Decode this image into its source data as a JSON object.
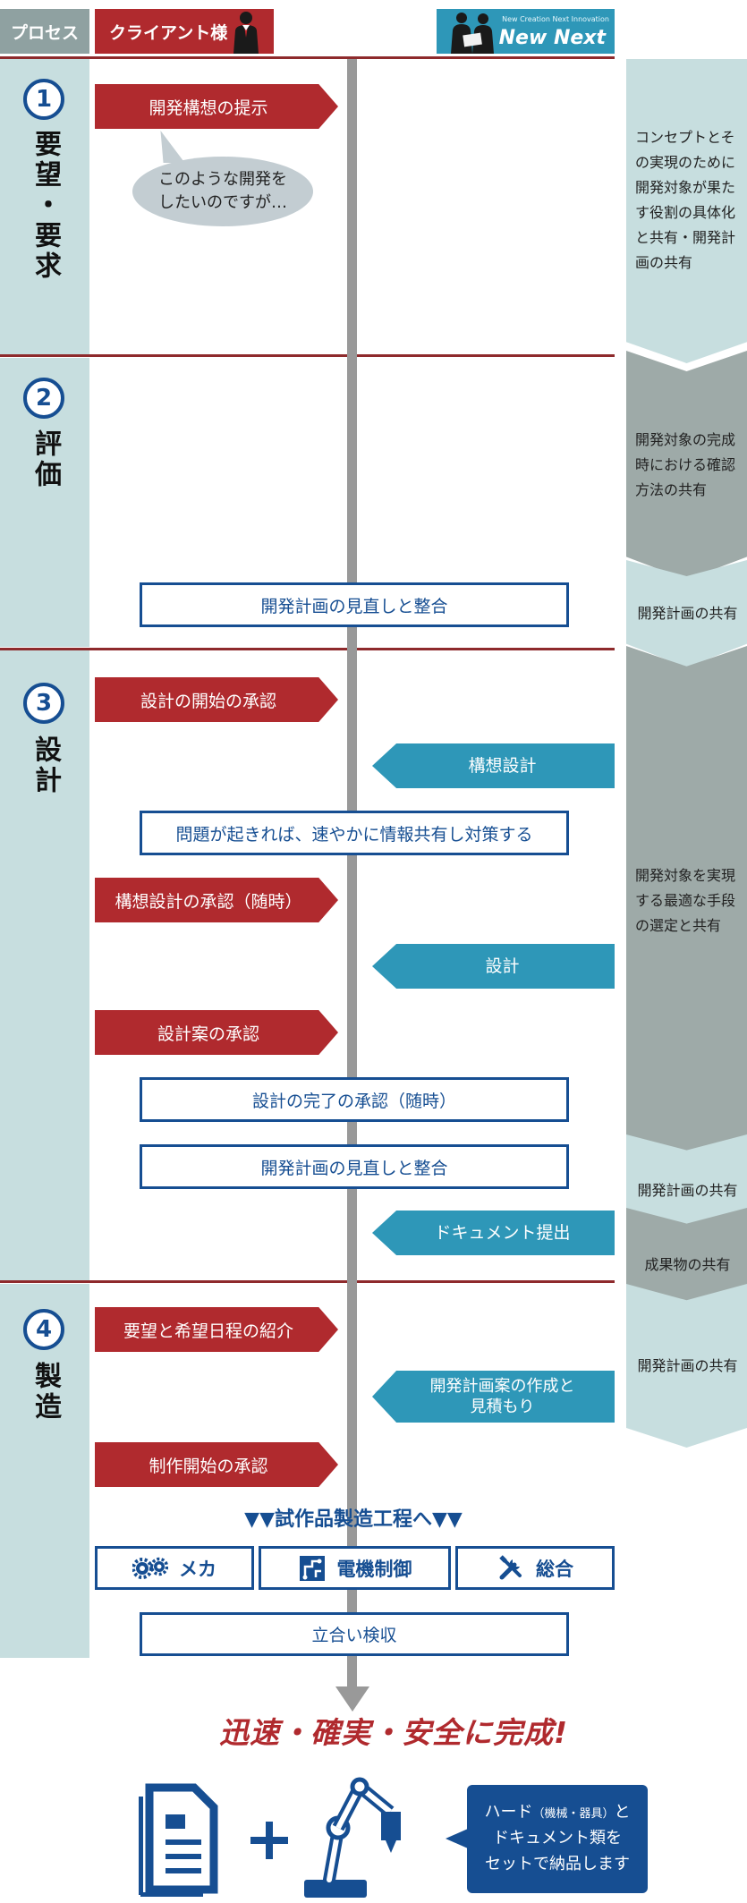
{
  "header": {
    "process_label": "プロセス",
    "client_label": "クライアント様",
    "brand_tagline": "New Creation  Next Innovation",
    "brand_name": "New Next"
  },
  "stages": [
    {
      "number": "1",
      "name": "要望・要求"
    },
    {
      "number": "2",
      "name": "評価"
    },
    {
      "number": "3",
      "name": "設計"
    },
    {
      "number": "4",
      "name": "製造"
    }
  ],
  "client_steps": {
    "s1_present": "開発構想の提示",
    "s1_bubble": "このような開発を したいのですが…",
    "s3_start_approval": "設計の開始の承認",
    "s3_concept_approval": "構想設計の承認（随時）",
    "s3_plan_approval": "設計案の承認",
    "s4_intro": "要望と希望日程の紹介",
    "s4_start_approval": "制作開始の承認"
  },
  "company_steps": {
    "s3_concept_design": "構想設計",
    "s3_design": "設計",
    "s3_document": "ドキュメント提出",
    "s4_plan_estimate": "開発計画案の作成と 見積もり"
  },
  "shared_steps": {
    "s2_review": "開発計画の見直しと整合",
    "s3_issue": "問題が起きれば、速やかに情報共有し対策する",
    "s3_complete_approval": "設計の完了の承認（随時）",
    "s3_review": "開発計画の見直しと整合",
    "s4_acceptance": "立合い検収"
  },
  "right_column": {
    "c1": "コンセプトとその実現のために開発対象が果たす役割の具体化と共有・開発計画の共有",
    "c2": "開発対象の完成時における確認方法の共有",
    "c3": "開発計画の共有",
    "c4": "開発対象を実現する最適な手段の選定と共有",
    "c5": "開発計画の共有",
    "c6": "成果物の共有",
    "c7": "開発計画の共有"
  },
  "prototype": {
    "title": "▼▼試作品製造工程へ▼▼",
    "items": [
      {
        "label": "メカ",
        "icon": "gears-icon"
      },
      {
        "label": "電機制御",
        "icon": "circuit-icon"
      },
      {
        "label": "総合",
        "icon": "tools-icon"
      }
    ]
  },
  "final": {
    "headline": "迅速・確実・安全に完成!",
    "speech_line1": "ハード",
    "speech_small": "（機械・器具）",
    "speech_line1_end": "と",
    "speech_line2": "ドキュメント類を",
    "speech_line3": "セットで納品します"
  },
  "colors": {
    "red": "#b02a2e",
    "teal": "#2e97b8",
    "navy": "#164e92",
    "light_teal": "#c7dedf",
    "gray": "#9eaaa8"
  }
}
